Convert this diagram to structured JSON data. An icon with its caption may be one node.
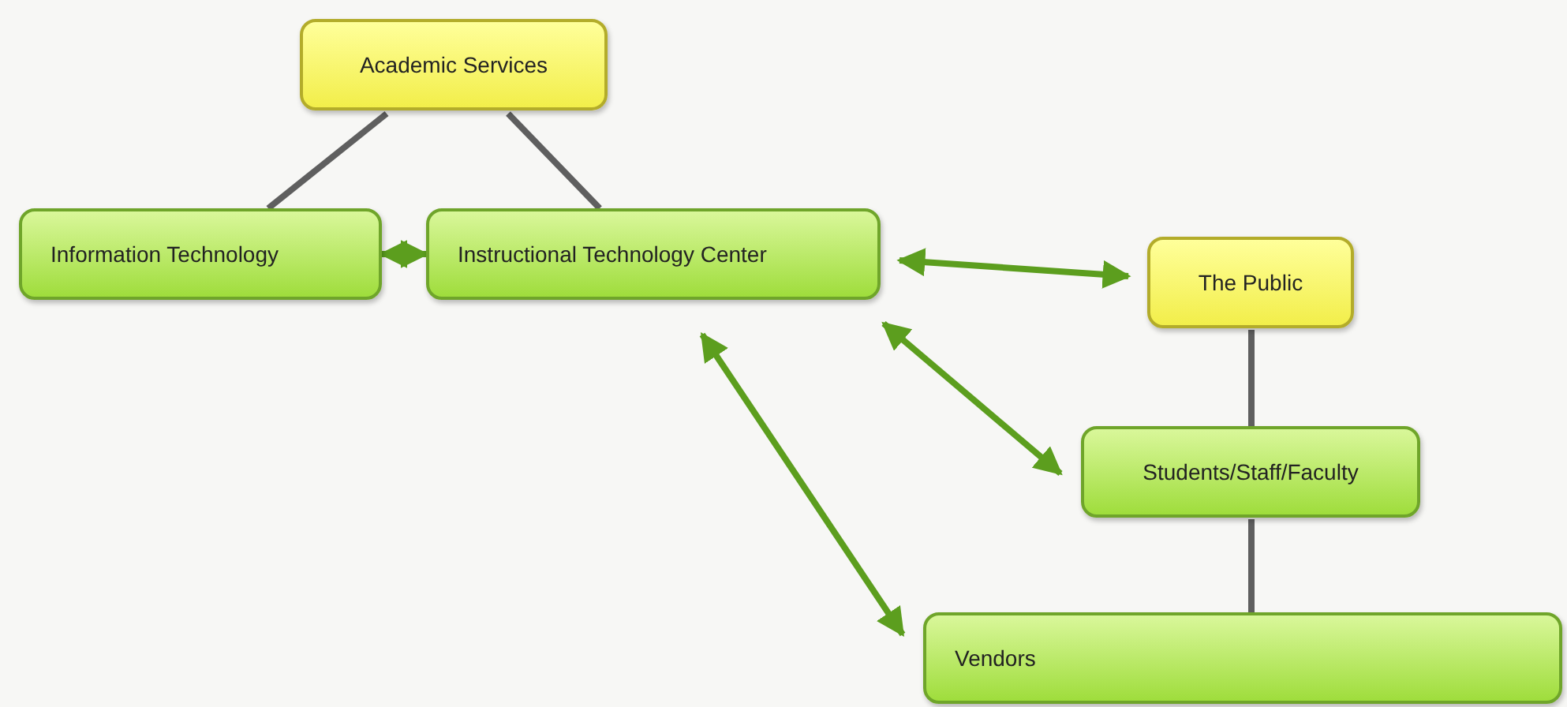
{
  "diagram": {
    "nodes": [
      {
        "text": [
          "Academic Services"
        ]
      },
      {
        "text": [
          "Information Technology"
        ]
      },
      {
        "text": [
          "Instructional Technology Center"
        ]
      },
      {
        "text": [
          "The Public"
        ]
      },
      {
        "text": [
          "Students/Staff/Faculty"
        ]
      },
      {
        "text": [
          "Vendors"
        ]
      }
    ],
    "edges": [
      {
        "from": 0,
        "to": 1,
        "arrow": "none",
        "color": "#5f5f5f"
      },
      {
        "from": 0,
        "to": 2,
        "arrow": "none",
        "color": "#5f5f5f"
      },
      {
        "from": 1,
        "to": 2,
        "arrow": "both",
        "color": "#5c9e1e"
      },
      {
        "from": 2,
        "to": 3,
        "arrow": "both",
        "color": "#5c9e1e"
      },
      {
        "from": 2,
        "to": 4,
        "arrow": "both",
        "color": "#5c9e1e"
      },
      {
        "from": 2,
        "to": 5,
        "arrow": "both",
        "color": "#5c9e1e"
      },
      {
        "from": 3,
        "to": 4,
        "arrow": "none",
        "color": "#5f5f5f"
      },
      {
        "from": 4,
        "to": 5,
        "arrow": "none",
        "color": "#5f5f5f"
      }
    ]
  }
}
